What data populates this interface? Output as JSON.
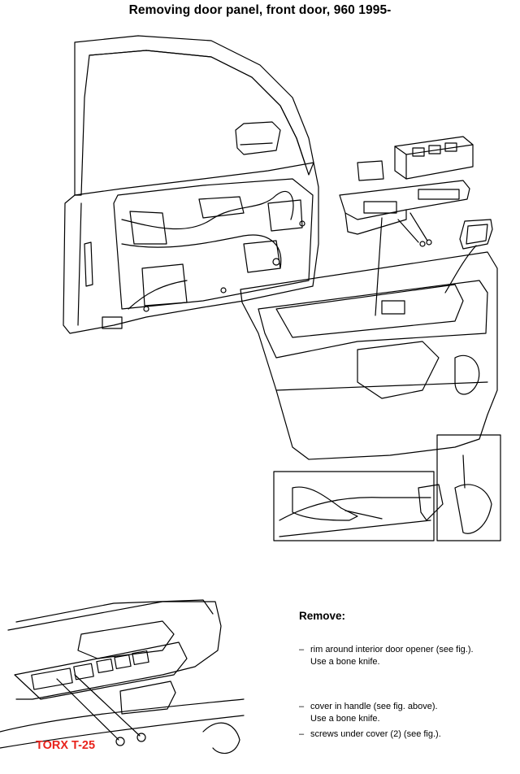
{
  "title": "Removing door panel, front door, 960 1995-",
  "remove_heading": "Remove:",
  "steps": [
    {
      "line1": "rim around interior door opener (see fig.).",
      "line2": "Use a bone knife."
    },
    {
      "line1": "cover in handle (see fig. above).",
      "line2": "Use a bone knife."
    },
    {
      "line1": "screws under cover (2) (see fig.).",
      "line2": ""
    }
  ],
  "callout": {
    "label": "TORX T-25",
    "color": "#e8231c"
  }
}
